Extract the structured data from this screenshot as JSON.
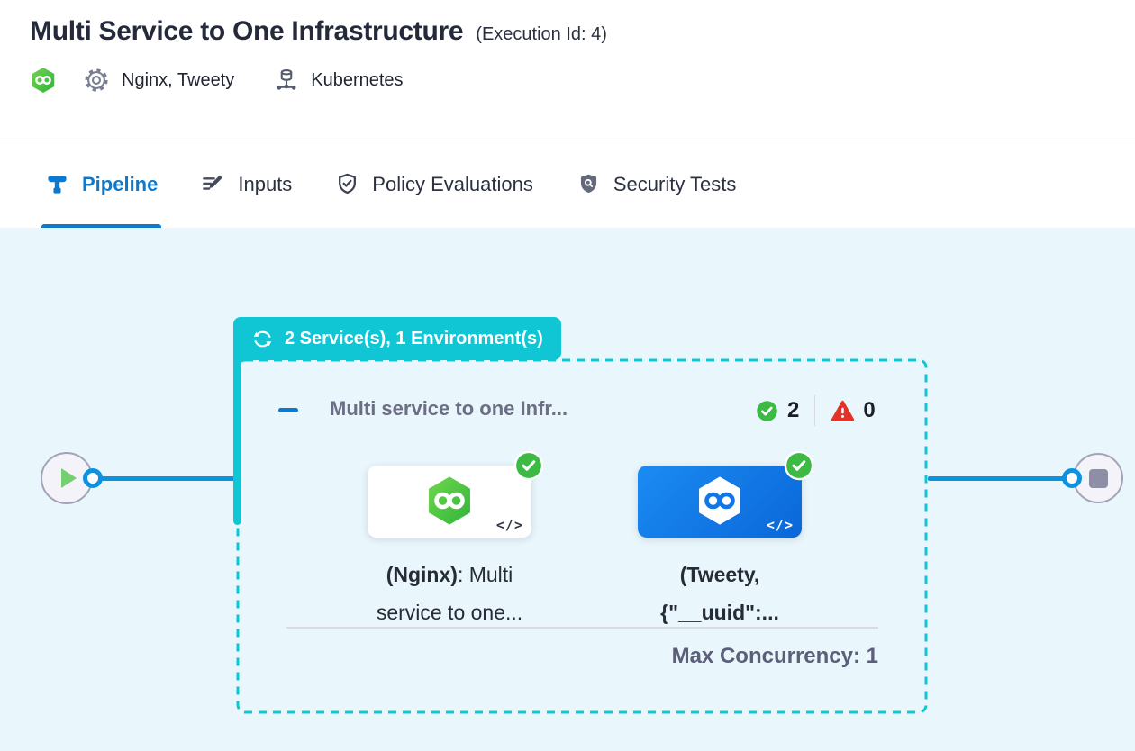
{
  "header": {
    "title": "Multi Service to One Infrastructure",
    "execution_id": "(Execution Id: 4)",
    "services_label": "Nginx, Tweety",
    "infrastructure_label": "Kubernetes"
  },
  "tabs": [
    {
      "label": "Pipeline",
      "active": true
    },
    {
      "label": "Inputs",
      "active": false
    },
    {
      "label": "Policy Evaluations",
      "active": false
    },
    {
      "label": "Security Tests",
      "active": false
    }
  ],
  "pipeline": {
    "group_badge_label": "2 Service(s), 1 Environment(s)",
    "stage": {
      "name": "Multi service to one Infr...",
      "success_count": "2",
      "failed_count": "0",
      "max_concurrency_label": "Max Concurrency: 1",
      "nodes": [
        {
          "name_bold": "(Nginx)",
          "name_rest": ": Multi",
          "line2": "service to one...",
          "code_glyph": "</>"
        },
        {
          "name_bold": "(Tweety,",
          "name_rest": "",
          "line2": "{\"__uuid\":...",
          "code_glyph": "</>"
        }
      ]
    }
  },
  "colors": {
    "accent_blue": "#0b79d0",
    "flow_blue": "#0b92e1",
    "group_teal": "#10c6d4",
    "success_green": "#3dba44",
    "error_red": "#e43326",
    "node_blue": "#0d74e0",
    "canvas_bg": "#e9f6fb"
  }
}
